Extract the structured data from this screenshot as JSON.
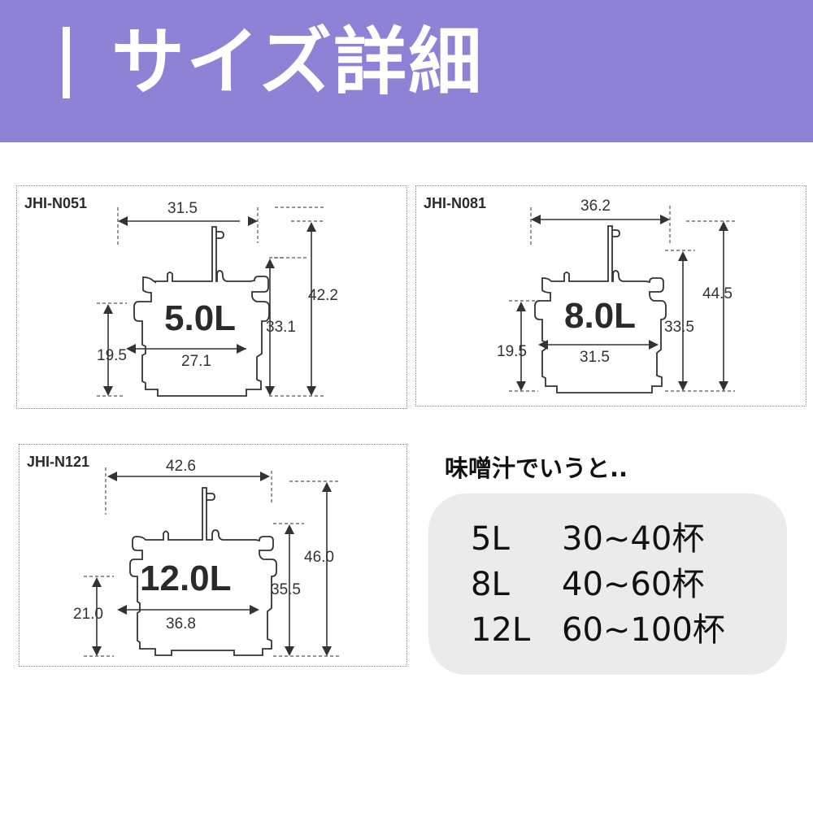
{
  "header": {
    "title": "サイズ詳細",
    "background_color": "#8d82d6",
    "text_color": "#ffffff"
  },
  "panels": [
    {
      "model": "JHI-N051",
      "capacity": "5.0L",
      "dimensions": {
        "handle_width": "31.5",
        "total_height": "42.2",
        "body_height": "33.1",
        "inner_width": "27.1",
        "lower_height": "19.5"
      }
    },
    {
      "model": "JHI-N081",
      "capacity": "8.0L",
      "dimensions": {
        "handle_width": "36.2",
        "total_height": "44.5",
        "body_height": "33.5",
        "inner_width": "31.5",
        "lower_height": "19.5"
      }
    },
    {
      "model": "JHI-N121",
      "capacity": "12.0L",
      "dimensions": {
        "handle_width": "42.6",
        "total_height": "46.0",
        "body_height": "35.5",
        "inner_width": "36.8",
        "lower_height": "21.0"
      }
    }
  ],
  "miso_soup": {
    "title": "味噌汁でいうと..",
    "rows": [
      {
        "volume": "5L",
        "servings": "30~40杯"
      },
      {
        "volume": "8L",
        "servings": "40~60杯"
      },
      {
        "volume": "12L",
        "servings": "60~100杯"
      }
    ],
    "box_color": "#ebebeb"
  }
}
